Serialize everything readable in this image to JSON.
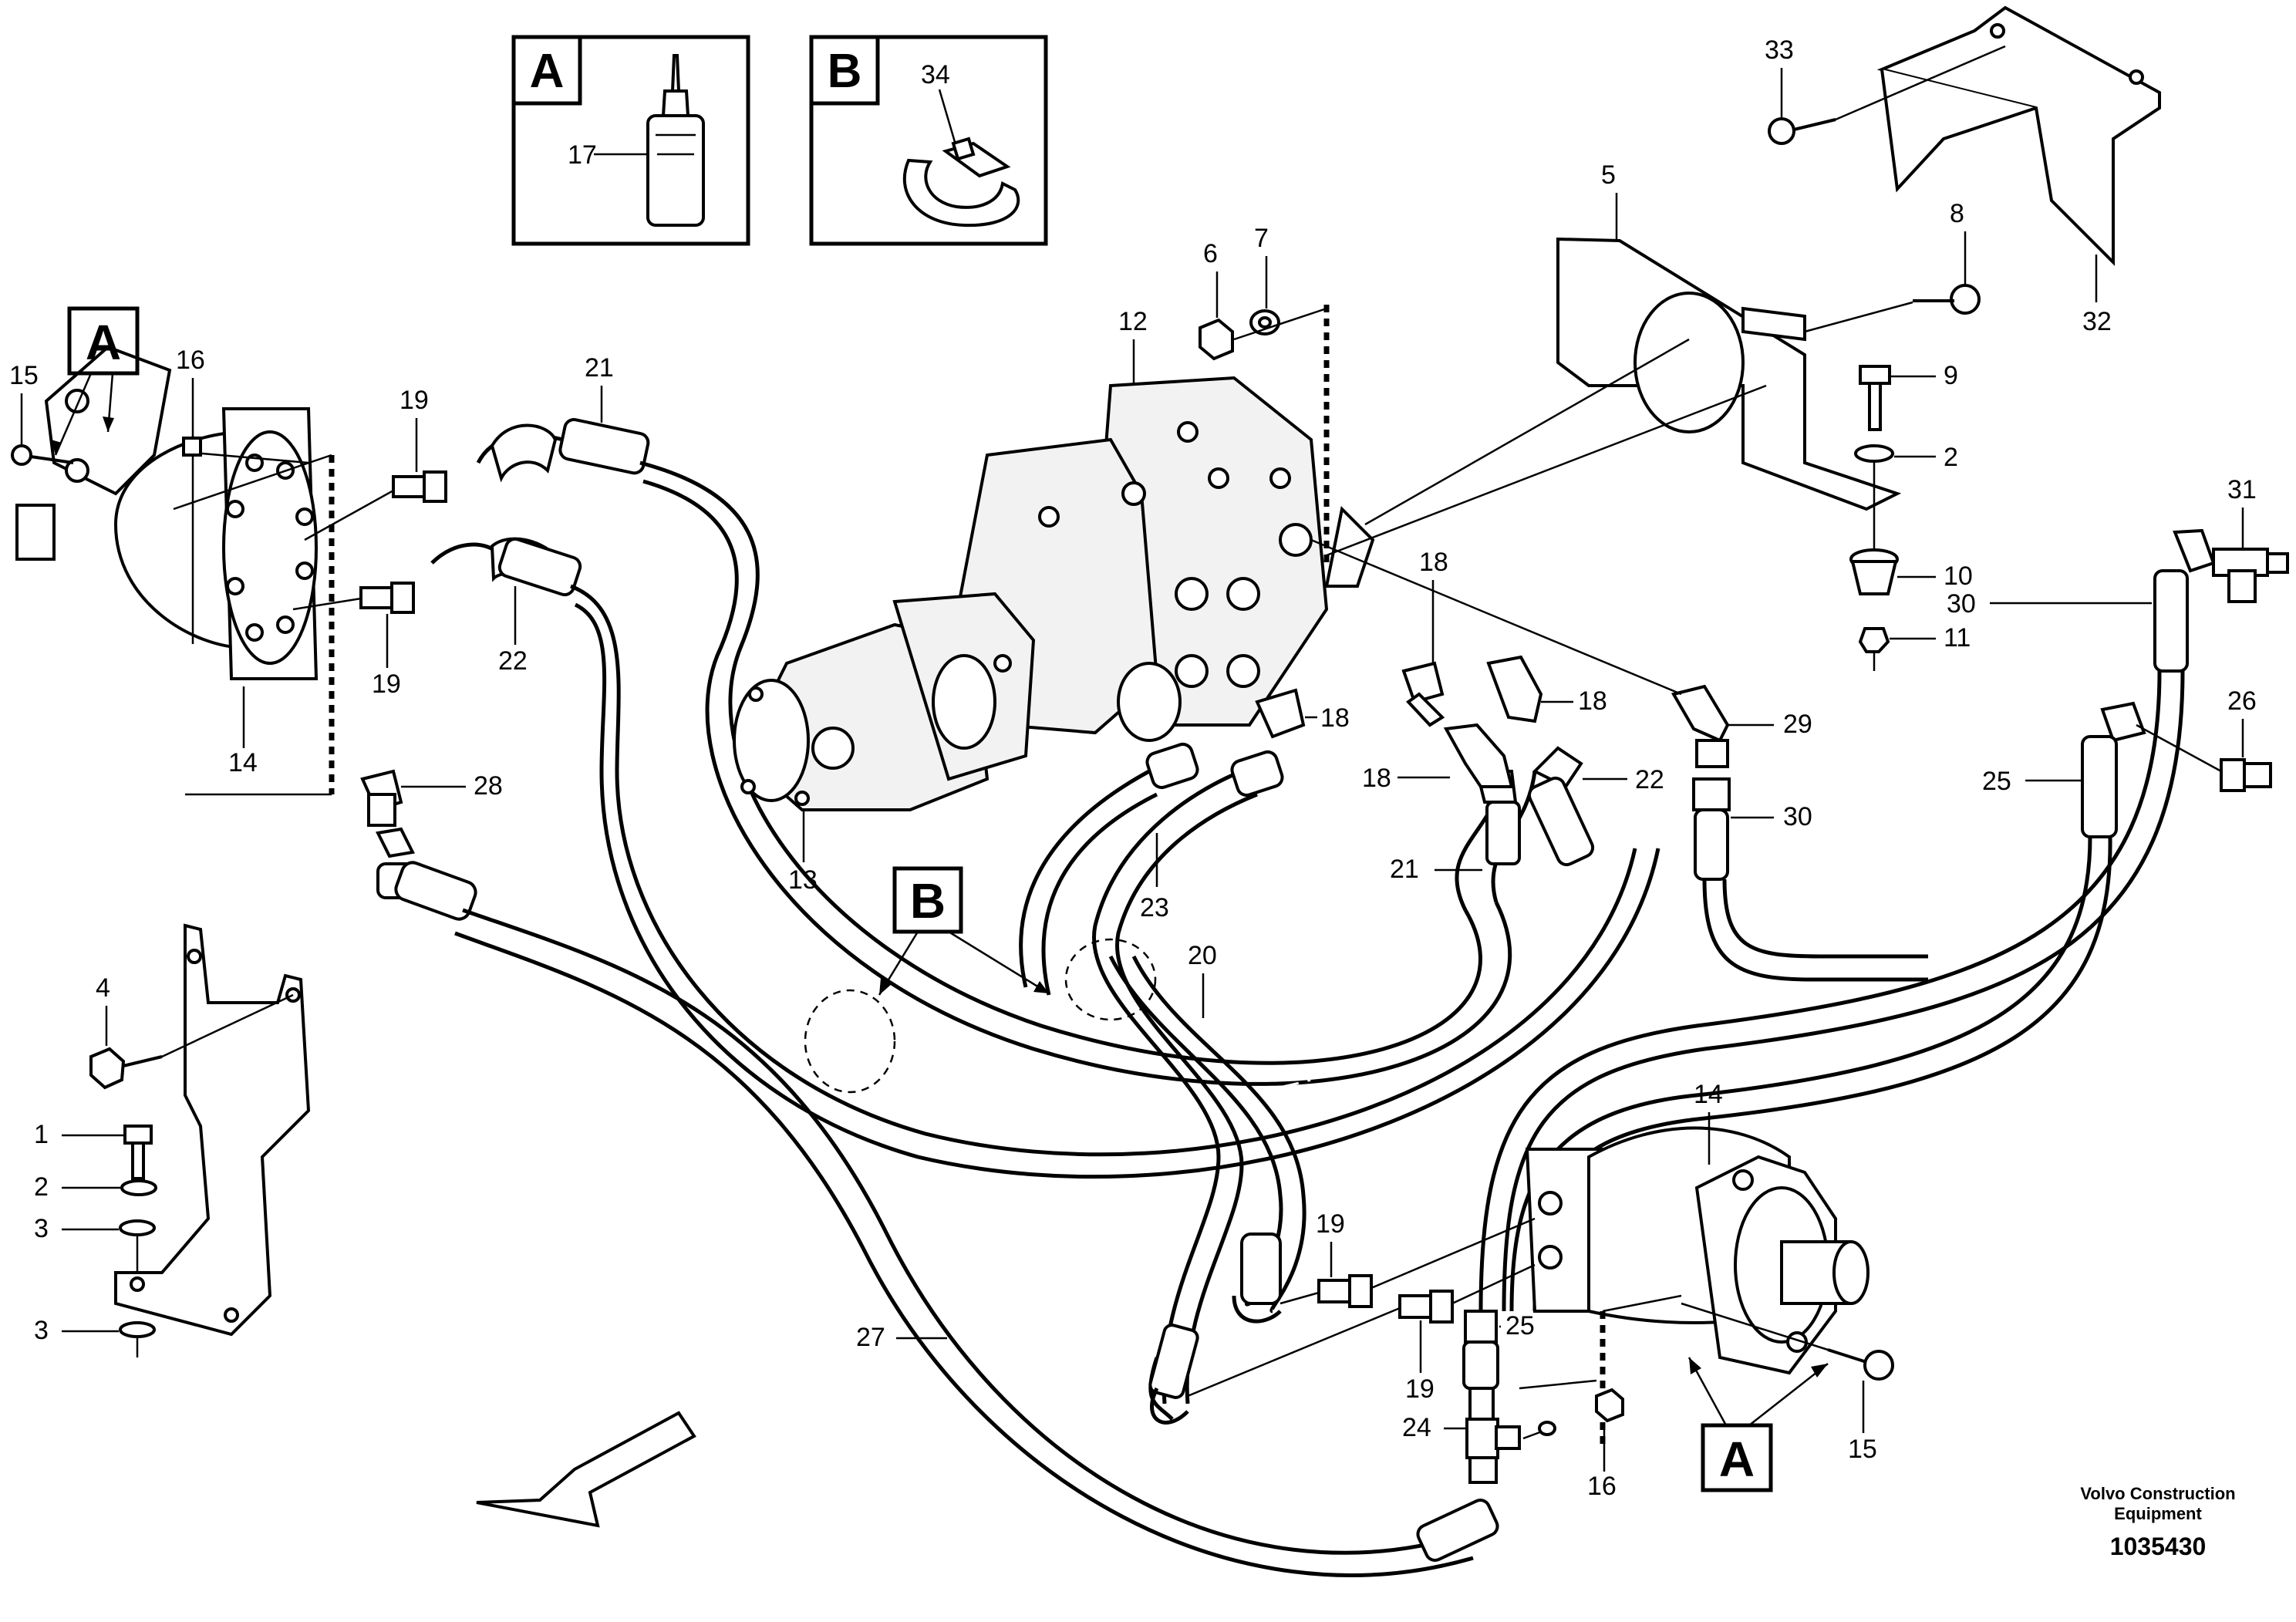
{
  "doc": {
    "brand_line1": "Volvo Construction",
    "brand_line2": "Equipment",
    "drawing_number": "1035430"
  },
  "detail_boxes": [
    {
      "letter": "A",
      "callout": "17"
    },
    {
      "letter": "B",
      "callout": "34"
    }
  ],
  "ref_letters": {
    "A": "A",
    "B": "B"
  },
  "callouts": {
    "c1": "1",
    "c2": "2",
    "c3": "3",
    "c4": "4",
    "c5": "5",
    "c6": "6",
    "c7": "7",
    "c8": "8",
    "c9": "9",
    "c10": "10",
    "c11": "11",
    "c12": "12",
    "c13": "13",
    "c14": "14",
    "c15": "15",
    "c16": "16",
    "c17": "17",
    "c18": "18",
    "c19": "19",
    "c20": "20",
    "c21": "21",
    "c22": "22",
    "c23": "23",
    "c24": "24",
    "c25": "25",
    "c26": "26",
    "c27": "27",
    "c28": "28",
    "c29": "29",
    "c30": "30",
    "c31": "31",
    "c32": "32",
    "c33": "33",
    "c34": "34"
  }
}
